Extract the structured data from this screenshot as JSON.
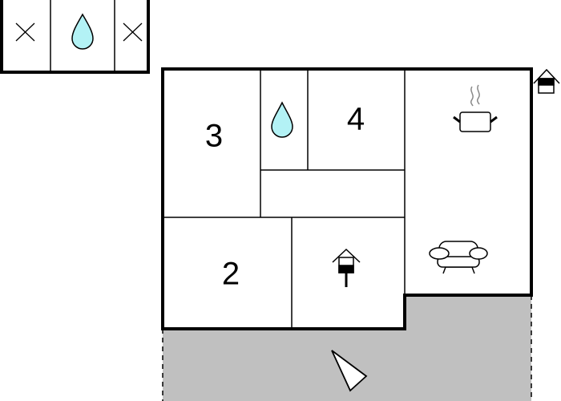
{
  "colors": {
    "wall": "#000000",
    "terrace": "#c0c0c0",
    "water": "#b3f2f5",
    "background": "#ffffff"
  },
  "rooms": {
    "bedroom_3": {
      "label": "3"
    },
    "bedroom_4": {
      "label": "4"
    },
    "bedroom_2": {
      "label": "2"
    }
  },
  "icons": [
    "cross-icon",
    "water-drop-icon",
    "entrance-icon",
    "cooking-pot-icon",
    "sofa-icon",
    "house-entrance-icon",
    "north-arrow-icon"
  ]
}
